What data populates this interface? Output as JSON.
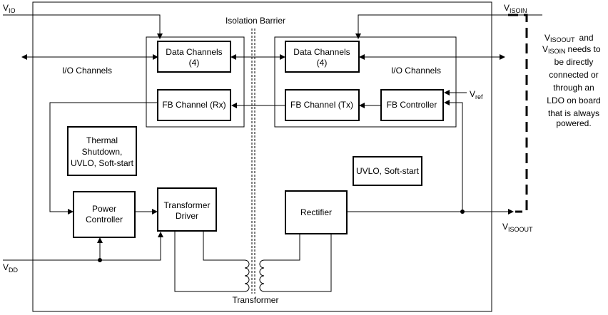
{
  "signals": {
    "vio_main": "V",
    "vio_sub": "IO",
    "visoin_main": "V",
    "visoin_sub": "ISOIN",
    "vdd_main": "V",
    "vdd_sub": "DD",
    "visoout_main": "V",
    "visoout_sub": "ISOOUT",
    "vref_main": "V",
    "vref_sub": "ref"
  },
  "labels": {
    "isolation_barrier": "Isolation Barrier",
    "io_channels_left": "I/O Channels",
    "io_channels_right": "I/O Channels",
    "transformer": "Transformer"
  },
  "blocks": {
    "data_channels_left": [
      "Data Channels",
      "(4)"
    ],
    "data_channels_right": [
      "Data Channels",
      "(4)"
    ],
    "fb_channel_rx": "FB Channel (Rx)",
    "fb_channel_tx": "FB Channel (Tx)",
    "fb_controller": "FB Controller",
    "thermal": [
      "Thermal",
      "Shutdown,",
      "UVLO, Soft-start"
    ],
    "uvlo_right": "UVLO, Soft-start",
    "power_controller": [
      "Power",
      "Controller"
    ],
    "transformer_driver": [
      "Transformer",
      "Driver"
    ],
    "rectifier": "Rectifier"
  },
  "note": {
    "visoout": "V",
    "visoout_sub": "ISOOUT",
    "and": "and",
    "visoin": "V",
    "visoin_sub": "ISOIN",
    "line1_rest": "needs to",
    "lines": [
      "be directly",
      "connected or",
      "through an",
      "LDO on board",
      "that is always",
      "powered."
    ]
  }
}
